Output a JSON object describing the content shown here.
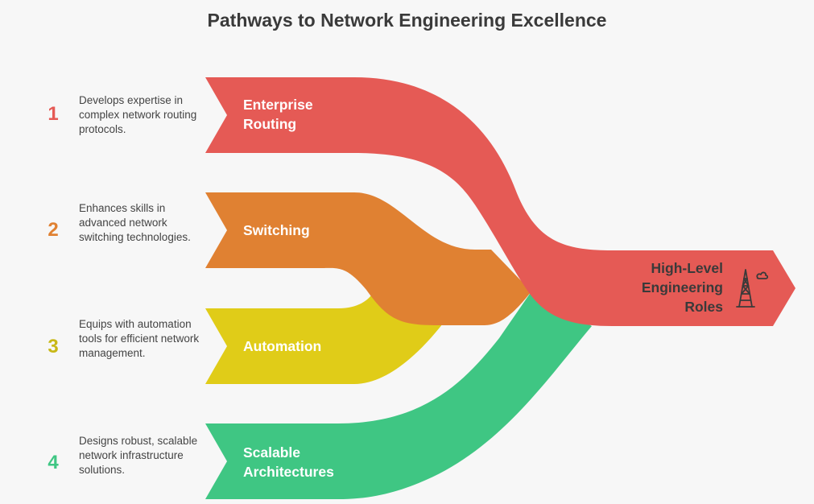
{
  "title": "Pathways to Network Engineering Excellence",
  "steps": [
    {
      "number": "1",
      "label_line1": "Enterprise",
      "label_line2": "Routing",
      "description": "Develops expertise in complex network routing protocols.",
      "color": "#e55a55"
    },
    {
      "number": "2",
      "label_line1": "Switching",
      "label_line2": "",
      "description": "Enhances skills in advanced network switching technologies.",
      "color": "#e08132"
    },
    {
      "number": "3",
      "label_line1": "Automation",
      "label_line2": "",
      "description": "Equips with automation tools for efficient network management.",
      "color": "#e0cc18"
    },
    {
      "number": "4",
      "label_line1": "Scalable",
      "label_line2": "Architectures",
      "description": "Designs robust, scalable network infrastructure solutions.",
      "color": "#3fc683"
    }
  ],
  "target": {
    "line1": "High-Level",
    "line2": "Engineering",
    "line3": "Roles",
    "icon": "oil-rig-icon"
  }
}
